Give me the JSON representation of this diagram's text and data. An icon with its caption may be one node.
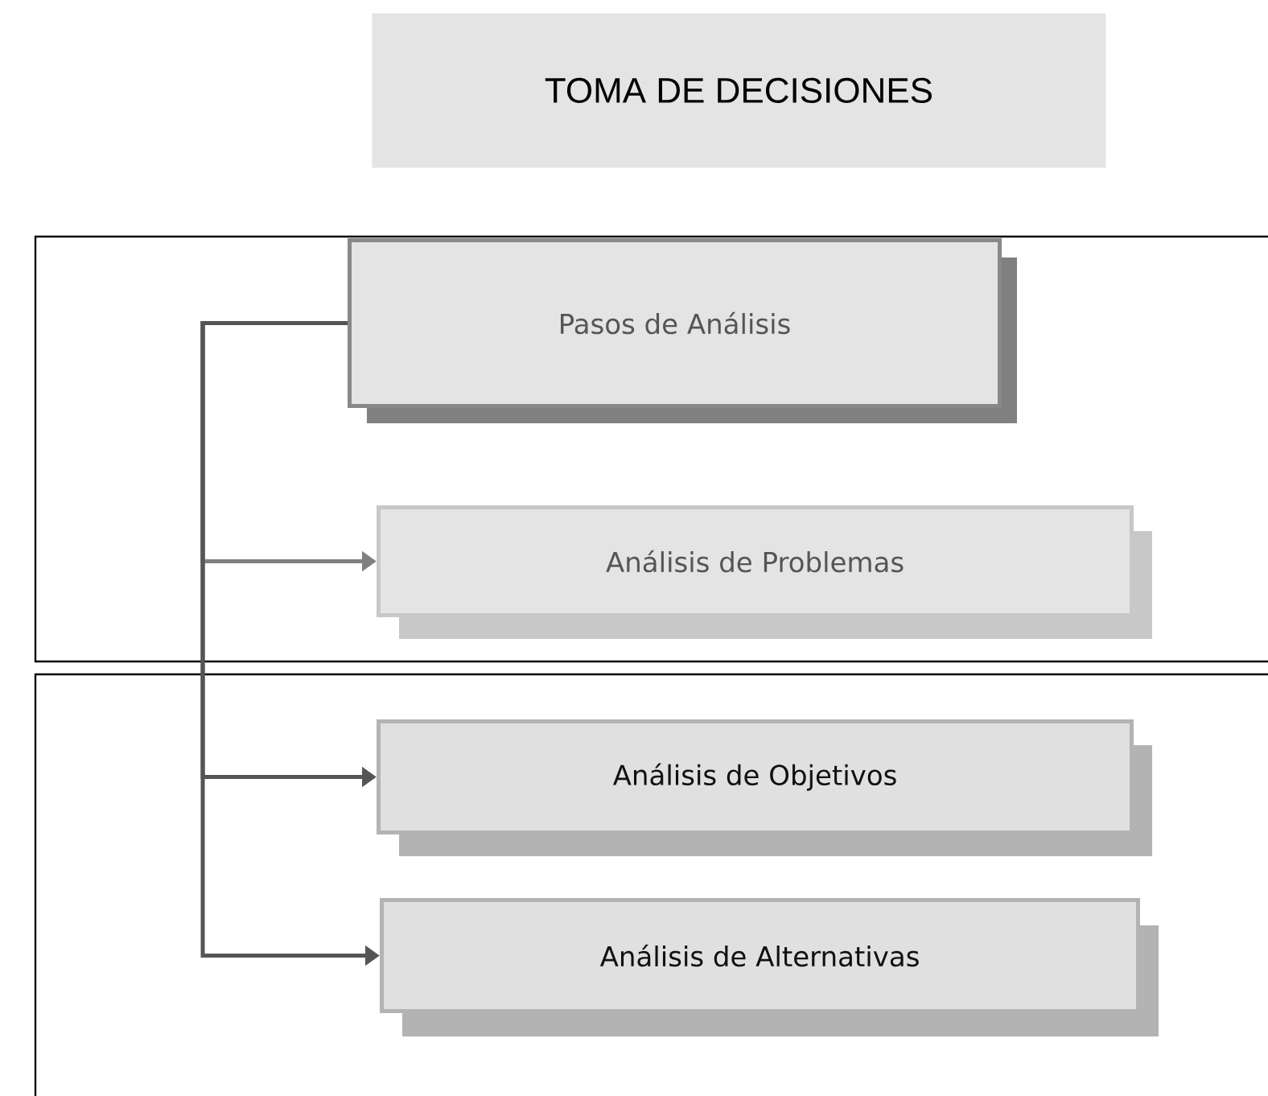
{
  "diagram": {
    "title": "TOMA DE DECISIONES",
    "nodes": [
      {
        "text": [
          "Pasos de Análisis"
        ]
      },
      {
        "text": [
          "Análisis de Problemas"
        ]
      },
      {
        "text": [
          "Análisis de Objetivos"
        ]
      },
      {
        "text": [
          "Análisis de Alternativas"
        ]
      }
    ],
    "edges": [
      {
        "from": 0,
        "to": 1,
        "arrow": "to",
        "color": "#808080"
      },
      {
        "from": 0,
        "to": 2,
        "arrow": "to"
      },
      {
        "from": 0,
        "to": 3,
        "arrow": "to"
      }
    ]
  }
}
